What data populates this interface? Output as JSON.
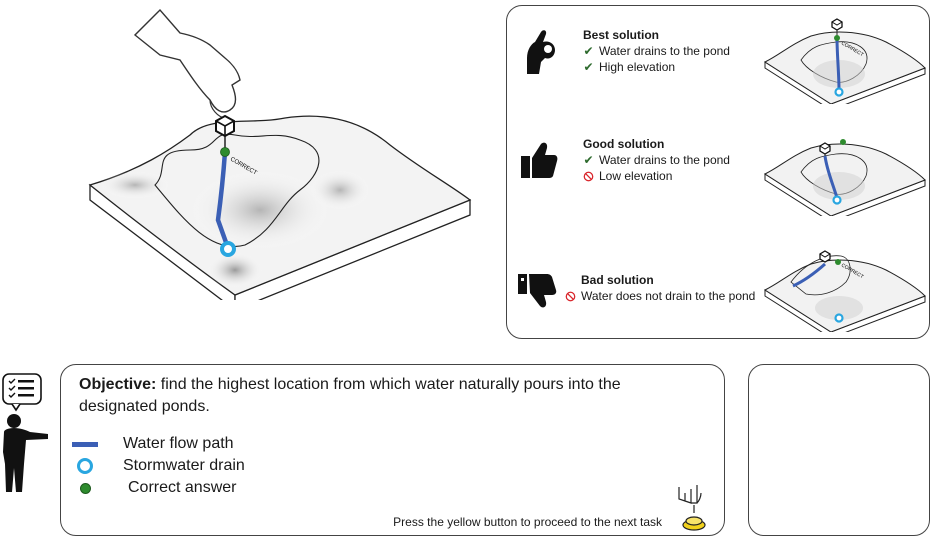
{
  "solutions": [
    {
      "title": "Best solution",
      "points": [
        {
          "mark": "check",
          "text": "Water drains to the pond"
        },
        {
          "mark": "check",
          "text": "High elevation"
        }
      ]
    },
    {
      "title": "Good solution",
      "points": [
        {
          "mark": "check",
          "text": "Water drains to the pond"
        },
        {
          "mark": "no",
          "text": "Low elevation"
        }
      ]
    },
    {
      "title": "Bad solution",
      "points": [
        {
          "mark": "no",
          "text": "Water does not drain to the pond"
        }
      ]
    }
  ],
  "map_label": "CORRECT",
  "objective": {
    "label": "Objective:",
    "text": " find the highest location from which water naturally pours into the designated ponds."
  },
  "legend": [
    {
      "symbol": "line",
      "label": "Water flow path"
    },
    {
      "symbol": "ring",
      "label": "Stormwater drain"
    },
    {
      "symbol": "dot",
      "label": "Correct answer"
    }
  ],
  "footer_instruction": "Press the yellow button to proceed to the next task",
  "colors": {
    "flow": "#3b5fb5",
    "drain": "#29a6e0",
    "correct": "#2e8b2e",
    "button": "#f2d21b",
    "check": "#2d6a2d",
    "no": "#d9262c"
  }
}
